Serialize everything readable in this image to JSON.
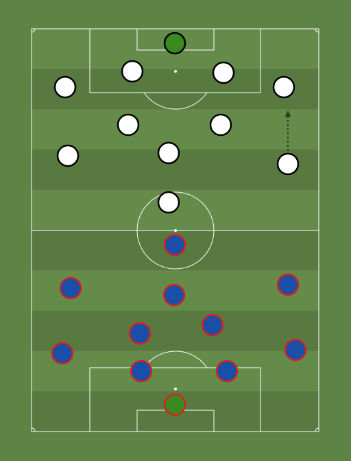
{
  "colors": {
    "background": "#5e8445",
    "stripe_light": "#658b4a",
    "stripe_dark": "#587a41",
    "line": "#ffffff",
    "goalkeeper": "#3a8a1f",
    "home_fill": "#ffffff",
    "away_fill": "#1a4fa8",
    "away_outline": "#d92020",
    "arrow": "#2d3f22"
  },
  "icons": {
    "player_marker": "circle",
    "movement_arrow": "dashed-arrow-up"
  },
  "teams": [
    {
      "name": "",
      "side": "top",
      "players": [
        {
          "role": "goalkeeper"
        },
        {
          "role": "outfield"
        },
        {
          "role": "outfield"
        },
        {
          "role": "outfield"
        },
        {
          "role": "outfield"
        },
        {
          "role": "outfield"
        },
        {
          "role": "outfield"
        },
        {
          "role": "outfield"
        },
        {
          "role": "outfield"
        },
        {
          "role": "outfield"
        },
        {
          "role": "outfield"
        }
      ]
    },
    {
      "name": "",
      "side": "bottom",
      "players": [
        {
          "role": "goalkeeper"
        },
        {
          "role": "outfield"
        },
        {
          "role": "outfield"
        },
        {
          "role": "outfield"
        },
        {
          "role": "outfield"
        },
        {
          "role": "outfield"
        },
        {
          "role": "outfield"
        },
        {
          "role": "outfield"
        },
        {
          "role": "outfield"
        },
        {
          "role": "outfield"
        },
        {
          "role": "outfield"
        }
      ]
    }
  ]
}
